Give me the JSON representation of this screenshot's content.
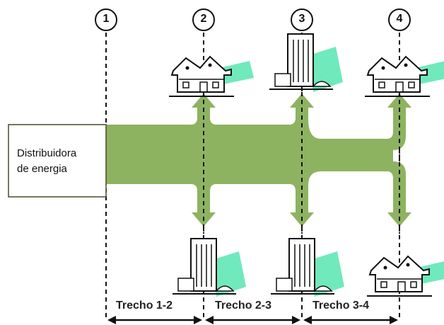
{
  "distributor": {
    "line1": "Distribuidora",
    "line2": "de energia"
  },
  "nodes": [
    "1",
    "2",
    "3",
    "4"
  ],
  "segments": [
    "Trecho 1-2",
    "Trecho 2-3",
    "Trecho 3-4"
  ],
  "colors": {
    "flow": "#8db360",
    "accent": "#33e0a0",
    "line": "#111111"
  },
  "consumers_top": [
    "house-icon",
    "office-building-icon",
    "house-icon"
  ],
  "consumers_bottom": [
    "office-building-icon",
    "office-building-icon",
    "house-icon"
  ]
}
